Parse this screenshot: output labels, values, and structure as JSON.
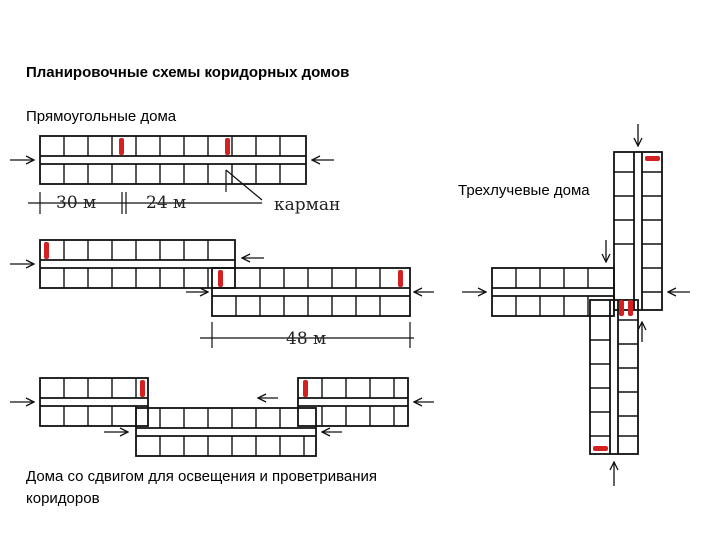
{
  "title": "Планировочные схемы коридорных домов",
  "section_rectangular": "Прямоугольные дома",
  "section_three_ray": "Трехлучевые дома",
  "section_shifted": "Дома со сдвигом для освещения и проветривания коридоров",
  "dimensions": {
    "d30": "30 м",
    "d24": "24 м",
    "pocket": "карман",
    "d48": "48 м"
  },
  "colors": {
    "stair_marker": "#d42020",
    "line": "#111111"
  }
}
